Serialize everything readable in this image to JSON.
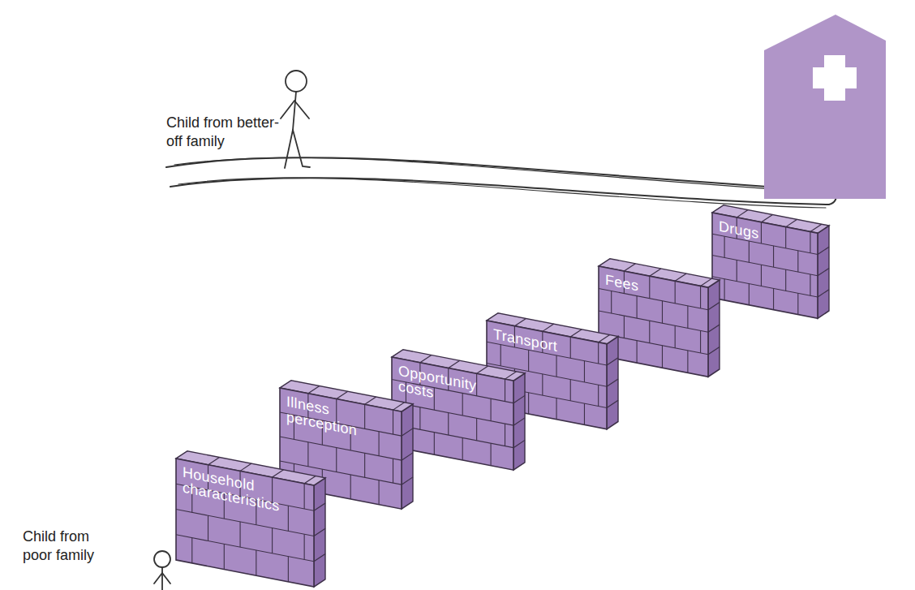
{
  "diagram": {
    "nodes": [
      {
        "text": [
          "Household characteristics"
        ]
      },
      {
        "text": [
          "Illness perception"
        ]
      },
      {
        "text": [
          "Opportunity costs"
        ]
      },
      {
        "text": [
          "Transport"
        ]
      },
      {
        "text": [
          "Fees"
        ]
      },
      {
        "text": [
          "Drugs"
        ]
      }
    ],
    "labels": [
      "Child from better-off family",
      "Child from poor family"
    ]
  }
}
